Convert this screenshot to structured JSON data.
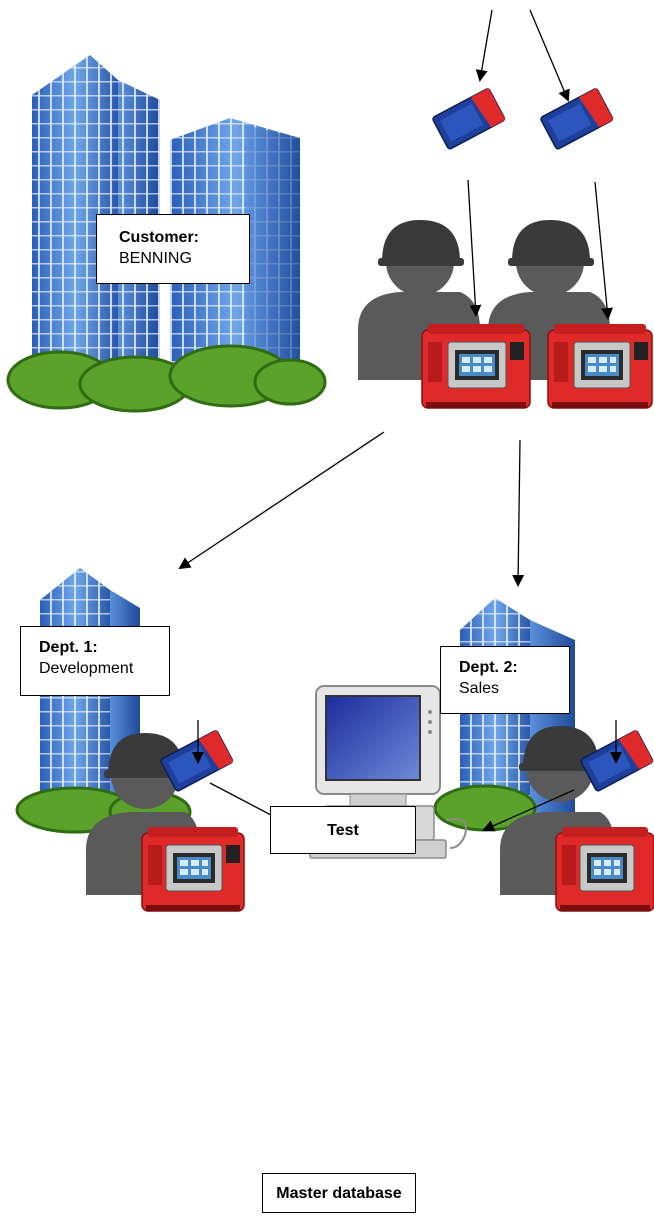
{
  "customer": {
    "title": "Customer:",
    "name": "BENNING"
  },
  "dept1": {
    "title": "Dept. 1:",
    "name": "Development"
  },
  "dept2": {
    "title": "Dept. 2:",
    "name": "Sales"
  },
  "test": {
    "label": "Test"
  },
  "master": {
    "label": "Master database"
  },
  "colors": {
    "building": "#3b74c9",
    "tester": "#e02a2a",
    "worker": "#5a5a5a",
    "bush": "#5aa22a",
    "card": "#1e3f9a"
  }
}
